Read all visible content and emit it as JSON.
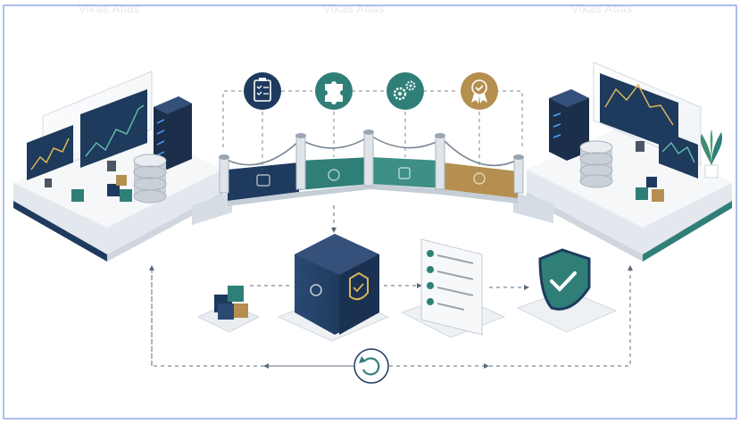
{
  "watermark": "Vikas Atlas",
  "colors": {
    "navy": "#1f3a5f",
    "teal": "#2f7f78",
    "gold": "#b48f4f",
    "light": "#eef1f4",
    "frame": "#5b7fd6"
  },
  "flow": {
    "top_icons": [
      "checklist-icon",
      "puzzle-icon",
      "gears-icon",
      "award-icon"
    ],
    "bottom_steps": [
      "data-cubes",
      "secure-vault",
      "validation-checklist",
      "protection-shield"
    ],
    "cycle_icon": "refresh-icon"
  }
}
